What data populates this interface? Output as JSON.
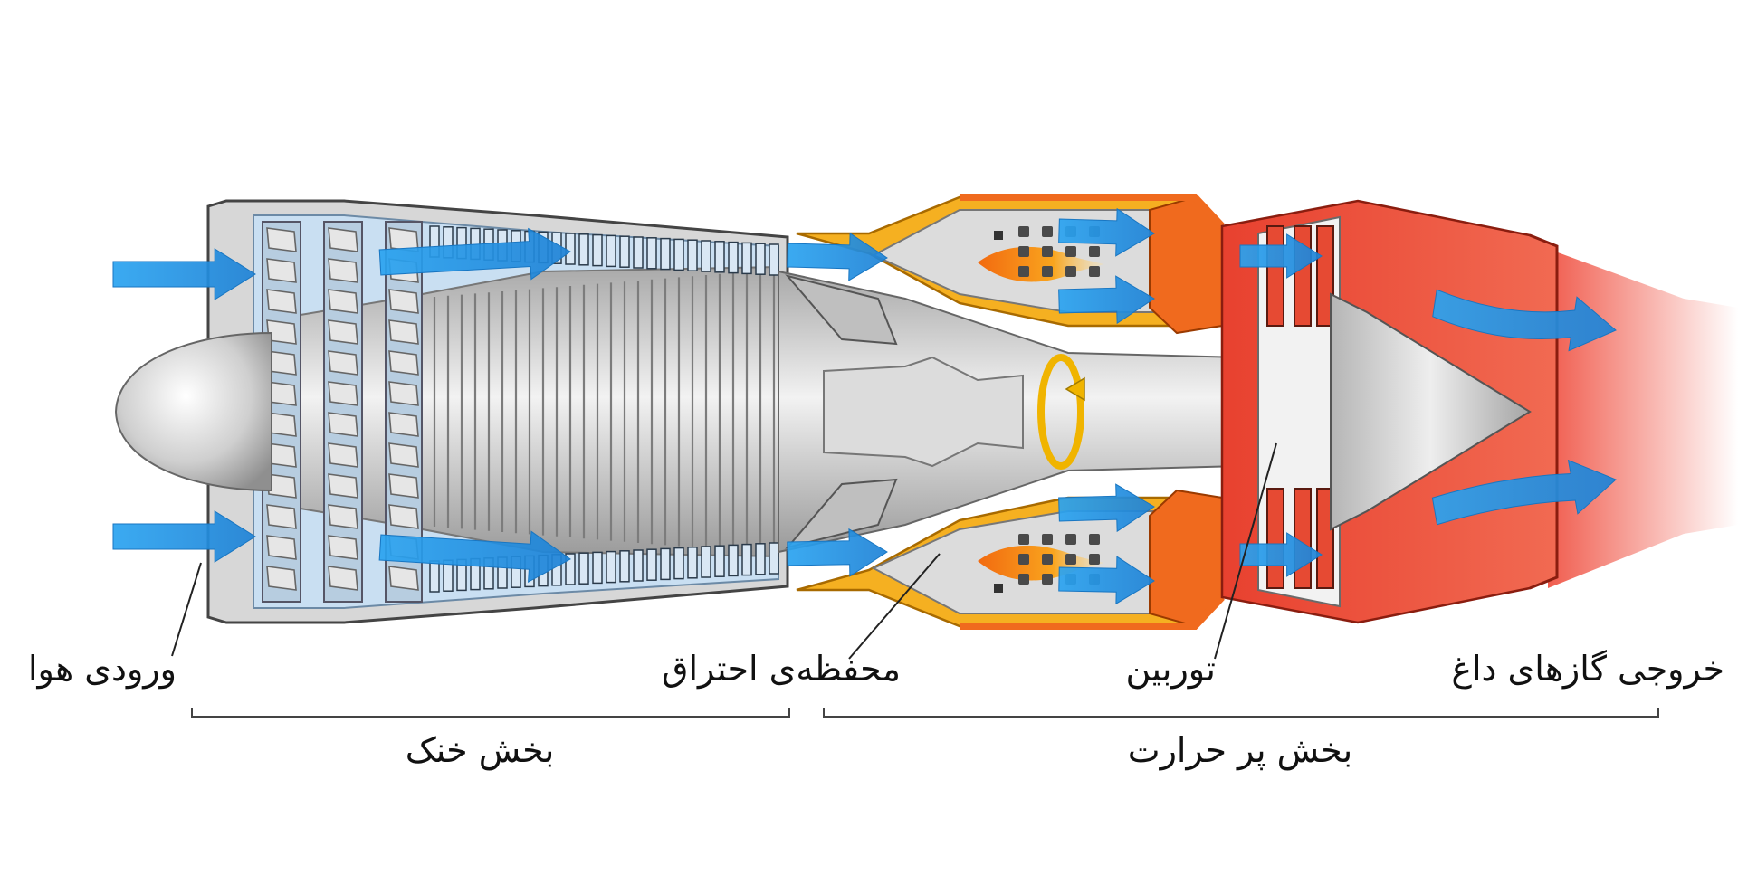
{
  "labels": {
    "air_intake": "ورودی هوا",
    "combustion_chamber": "محفظه‌ی احتراق",
    "turbine": "توربین",
    "exhaust": "خروجی گازهای داغ",
    "cold_section": "بخش خنک",
    "hot_section": "بخش پر حرارت"
  },
  "colors": {
    "airflow": "#2f9be8",
    "hot_casing": "#f06a1e",
    "combustion_casing": "#f5b021",
    "flame": "#f58a16",
    "exhaust_casing": "#ee4b36",
    "metal": "#c9c9c9",
    "cold_panel": "#c9dff2",
    "line": "#222222"
  }
}
